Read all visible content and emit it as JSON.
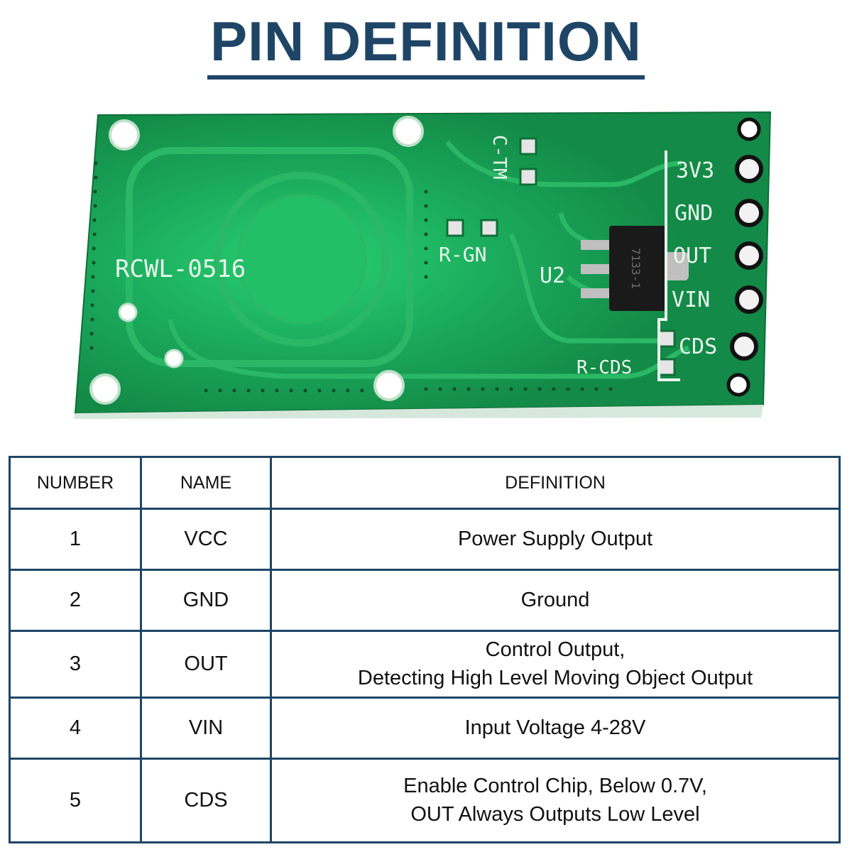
{
  "header": {
    "title": "PIN DEFINITION"
  },
  "board": {
    "model": "RCWL-0516",
    "labels": {
      "c_tm": "C-TM",
      "r_gn": "R-GN",
      "u2": "U2",
      "chip": "7133-1",
      "r_cds": "R-CDS"
    },
    "pin_labels": [
      "3V3",
      "GND",
      "OUT",
      "VIN",
      "CDS"
    ],
    "colors": {
      "pcb": "#1c9e58",
      "pcb_dark": "#127a41",
      "trace": "#2ab866",
      "silk": "#e8f5ec",
      "chip": "#1a1a1a"
    }
  },
  "table": {
    "headers": {
      "number": "NUMBER",
      "name": "NAME",
      "definition": "DEFINITION"
    },
    "rows": [
      {
        "number": "1",
        "name": "VCC",
        "definition": [
          "Power Supply Output"
        ]
      },
      {
        "number": "2",
        "name": "GND",
        "definition": [
          "Ground"
        ]
      },
      {
        "number": "3",
        "name": "OUT",
        "definition": [
          "Control Output,",
          "Detecting High Level Moving Object Output"
        ]
      },
      {
        "number": "4",
        "name": "VIN",
        "definition": [
          "Input Voltage 4-28V"
        ]
      },
      {
        "number": "5",
        "name": "CDS",
        "definition": [
          "Enable Control Chip, Below 0.7V,",
          "OUT Always Outputs Low Level"
        ]
      }
    ],
    "border_color": "#1f4566"
  }
}
